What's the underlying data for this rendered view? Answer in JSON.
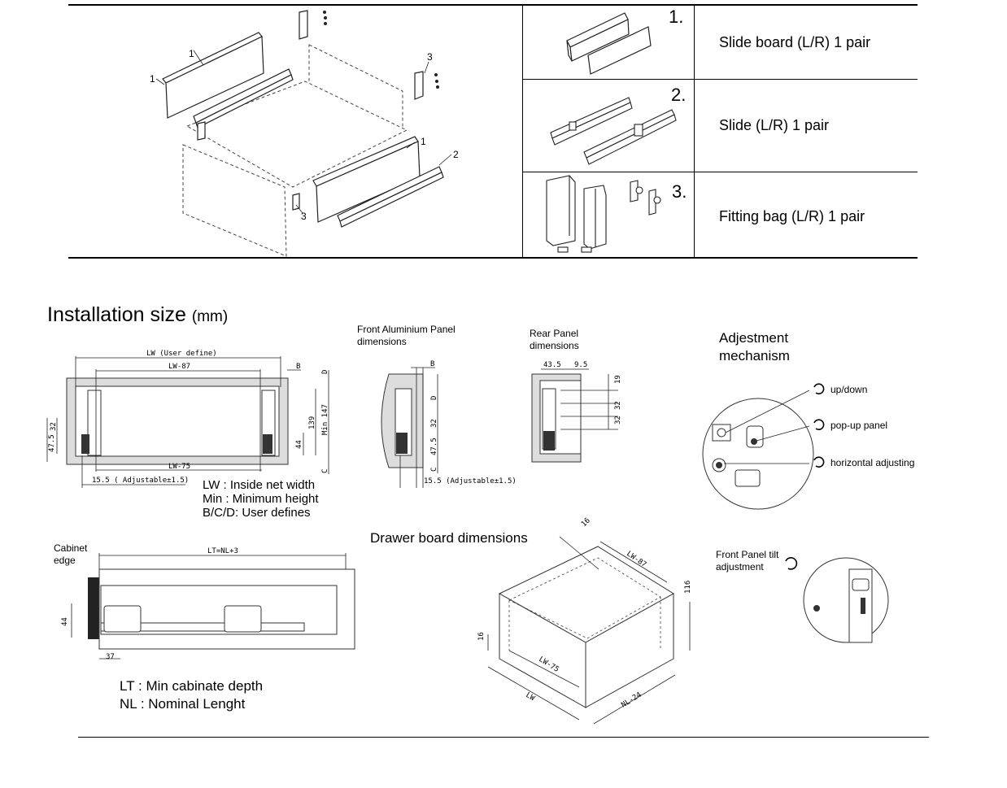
{
  "parts_table": {
    "rows": [
      {
        "num": "1.",
        "label": "Slide board (L/R) 1 pair"
      },
      {
        "num": "2.",
        "label": "Slide (L/R) 1 pair"
      },
      {
        "num": "3.",
        "label": "Fitting bag (L/R) 1 pair"
      }
    ]
  },
  "exploded_view": {
    "callouts": [
      "1",
      "1",
      "3",
      "1",
      "2",
      "3"
    ]
  },
  "installation": {
    "title": "Installation size",
    "unit": "(mm)",
    "front_view": {
      "dims": [
        "LW (User define)",
        "LW-87",
        "B",
        "D",
        "139",
        "Min 147",
        "32",
        "47.5",
        "44",
        "LW-75",
        "15.5 ( Adjustable±1.5)",
        "C"
      ]
    },
    "legend": [
      "LW : Inside net width",
      "Min : Minimum height",
      "B/C/D: User defines"
    ],
    "front_panel": {
      "title": "Front Aluminium Panel\ndimensions",
      "dims": [
        "B",
        "D",
        "32",
        "47.5",
        "C",
        "15.5 (Adjustable±1.5)"
      ]
    },
    "rear_panel": {
      "title": "Rear Panel\ndimensions",
      "dims": [
        "43.5",
        "9.5",
        "19",
        "32",
        "32"
      ]
    },
    "adjustment": {
      "title": "Adjestment\nmechanism",
      "items": [
        "up/down",
        "pop-up panel",
        "horizontal adjusting"
      ]
    },
    "side_view": {
      "cabinet_edge": "Cabinet\nedge",
      "dims": [
        "LT=NL+3",
        "44",
        "37"
      ]
    },
    "side_legend": [
      "LT : Min cabinate depth",
      "NL : Nominal Lenght"
    ],
    "drawer_board": {
      "title": "Drawer board dimensions",
      "dims": [
        "16",
        "LW-87",
        "116",
        "16",
        "LW-75",
        "LW",
        "NL-24"
      ]
    },
    "tilt": {
      "title": "Front Panel tilt\nadjustment"
    }
  }
}
